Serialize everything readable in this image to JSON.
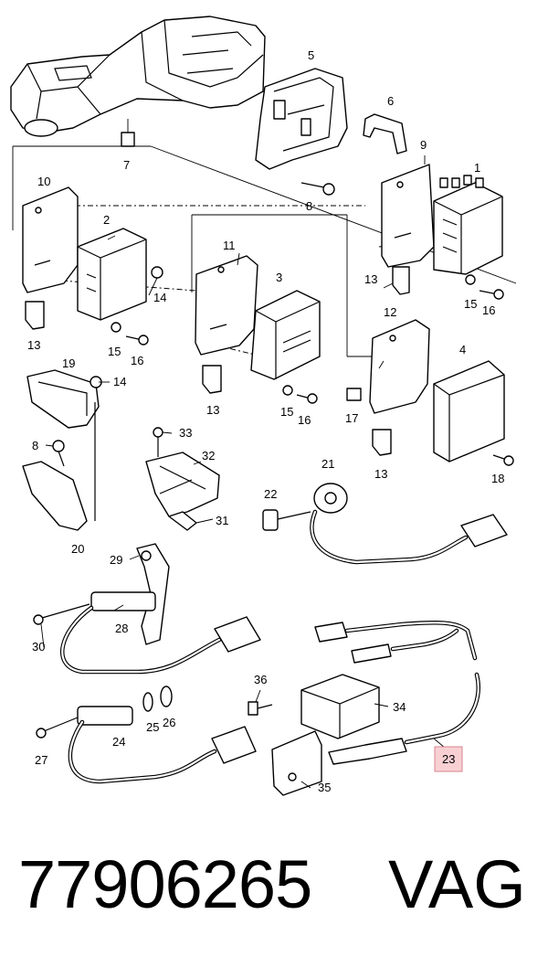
{
  "callouts": {
    "c1": "1",
    "c2": "2",
    "c3": "3",
    "c4": "4",
    "c5": "5",
    "c6": "6",
    "c7": "7",
    "c8a": "8",
    "c8b": "8",
    "c9": "9",
    "c10": "10",
    "c11": "11",
    "c12": "12",
    "c13a": "13",
    "c13b": "13",
    "c13c": "13",
    "c13d": "13",
    "c14a": "14",
    "c14b": "14",
    "c15a": "15",
    "c15b": "15",
    "c15c": "15",
    "c16a": "16",
    "c16b": "16",
    "c16c": "16",
    "c17": "17",
    "c18": "18",
    "c19": "19",
    "c20": "20",
    "c21": "21",
    "c22": "22",
    "c23": "23",
    "c24": "24",
    "c25": "25",
    "c26": "26",
    "c27": "27",
    "c28": "28",
    "c29": "29",
    "c30": "30",
    "c31": "31",
    "c32": "32",
    "c33": "33",
    "c34": "34",
    "c35": "35",
    "c36": "36"
  },
  "highlighted_callout": "23",
  "colors": {
    "highlight_fill": "#f8d0d3",
    "highlight_border": "#d9848d",
    "line": "#000000"
  },
  "footer": {
    "part_number": "77906265",
    "brand": "VAG"
  }
}
